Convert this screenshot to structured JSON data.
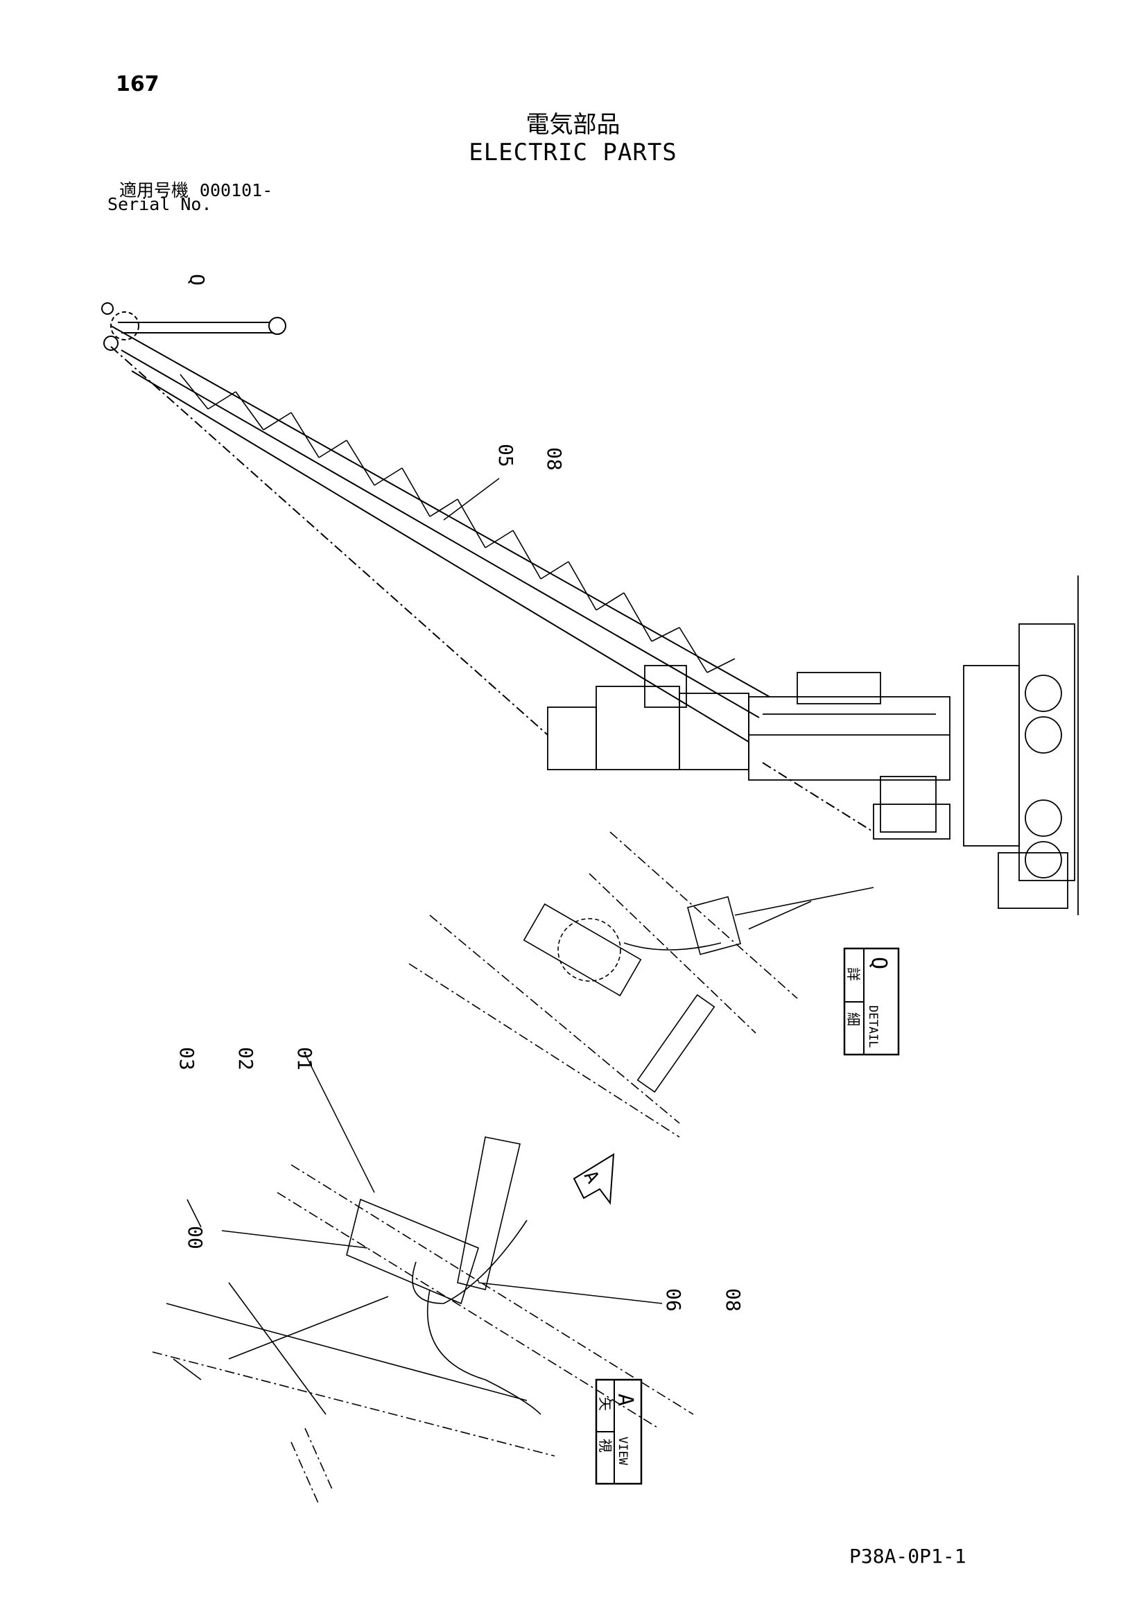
{
  "page": {
    "number": "167",
    "title_jp": "電気部品",
    "title_en": "ELECTRIC PARTS",
    "serial_label_jp": "適用号機",
    "serial_value": "000101-",
    "serial_label_en": "Serial No.",
    "code": "P38A-0P1-1"
  },
  "callouts": {
    "q_marker": "Q",
    "boom_ref": [
      "05",
      "08"
    ],
    "left_stack": [
      "03",
      "02",
      "01"
    ],
    "item_00": "00",
    "item_06_08": [
      "06",
      "08"
    ]
  },
  "labels": {
    "detail_jp_1": "詳",
    "detail_jp_2": "細",
    "detail_en": "DETAIL",
    "detail_letter": "Q",
    "view_jp_1": "矢",
    "view_jp_2": "視",
    "view_en": "VIEW",
    "view_letter": "A",
    "arrow_letter": "A"
  },
  "icons": [
    "crane-boom-drawing",
    "detail-q-drawing",
    "view-a-drawing",
    "view-arrow-icon"
  ]
}
